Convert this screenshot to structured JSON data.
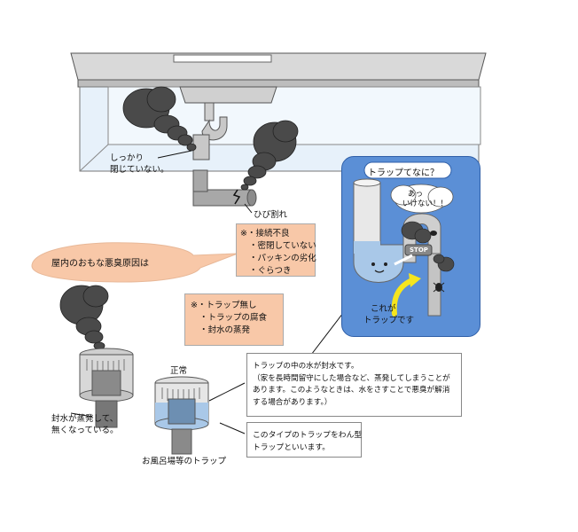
{
  "labels": {
    "not_closed": [
      "しっかり",
      "閉じていない。"
    ],
    "crack": "ひび割れ",
    "bubble": "屋内のおもな悪臭原因は",
    "normal": "正常",
    "dried": [
      "封水が蒸発して、",
      "無くなっている。"
    ],
    "bath_trap": "お風呂場等のトラップ"
  },
  "cause_box_1": {
    "lines": [
      "※・接続不良",
      "・密閉していない",
      "・パッキンの劣化",
      "・ぐらつき"
    ]
  },
  "cause_box_2": {
    "lines": [
      "※・トラップ無し",
      "・トラップの腐食",
      "・封水の蒸発"
    ]
  },
  "explain_box": {
    "lines": [
      "トラップの中の水が封水です。",
      "（家を長時間留守にした場合など、蒸発してしまうことが",
      "あります。このようなときは、水をさすことで悪臭が解消",
      "する場合があります。）"
    ]
  },
  "wantype_box": {
    "lines": [
      "このタイプのトラップをわん型",
      "トラップといいます。"
    ]
  },
  "panel": {
    "title": "トラップてなに？",
    "speech": [
      "あっ",
      "いけない！！"
    ],
    "stop": "STOP",
    "caption": [
      "これが",
      "トラップです"
    ]
  },
  "colors": {
    "panel_blue": "#5b8fd6",
    "peach": "#f8c8a8",
    "smoke": "#4a4a4a",
    "pipe_gray": "#9a9a9a",
    "water_blue": "#a9c8e8"
  }
}
